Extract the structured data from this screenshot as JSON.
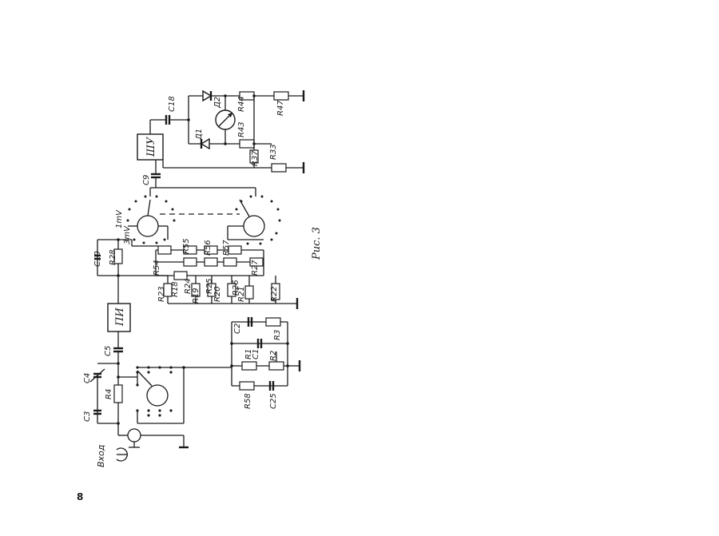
{
  "page_number": "8",
  "figure_caption": "Рис. 3",
  "input_label": "Вход",
  "blocks": {
    "pi": "ПИ",
    "shu": "ШУ"
  },
  "range_labels": [
    "1mV",
    "3mV"
  ],
  "labels": {
    "r1": "R1",
    "r2": "R2",
    "r3": "R3",
    "r4": "R4",
    "r18": "R18",
    "r19": "R19",
    "r20": "R20",
    "r21": "R21",
    "r22": "R22",
    "r23": "R23",
    "r24": "R24",
    "r25": "R25",
    "r26": "R26",
    "r27": "R27",
    "r28": "R28",
    "r33": "R33",
    "r37": "R37",
    "r43": "R43",
    "r44": "R44",
    "r47": "R47",
    "r54": "R54",
    "r55": "R55",
    "r56": "R56",
    "r57": "R57",
    "r58": "R58",
    "c1": "C1",
    "c2": "C2",
    "c3": "C3",
    "c4": "C4",
    "c5": "C5",
    "c9": "C9",
    "c10": "C10",
    "c18": "C18",
    "c25": "C25",
    "d1": "Д1",
    "d2": "Д2"
  }
}
